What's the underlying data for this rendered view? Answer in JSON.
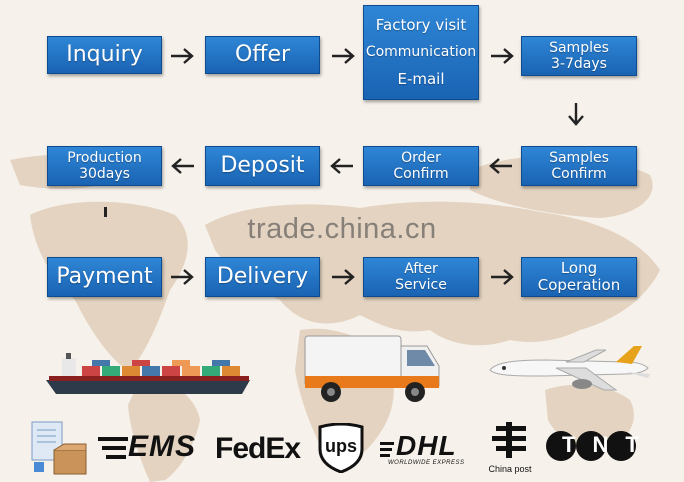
{
  "watermark": "trade.china.cn",
  "steps": {
    "inquiry": [
      "Inquiry"
    ],
    "offer": [
      "Offer"
    ],
    "factory": [
      "Factory visit",
      "Communication",
      "E-mail"
    ],
    "samples": [
      "Samples",
      "3-7days"
    ],
    "production": [
      "Production",
      "30days"
    ],
    "deposit": [
      "Deposit"
    ],
    "order_confirm": [
      "Order",
      "Confirm"
    ],
    "samples_confirm": [
      "Samples",
      "Confirm"
    ],
    "payment": [
      "Payment"
    ],
    "delivery": [
      "Delivery"
    ],
    "after_service": [
      "After",
      "Service"
    ],
    "long_cooperation": [
      "Long",
      "Coperation"
    ]
  },
  "logos": {
    "ems": "EMS",
    "fedex_fed": "Fed",
    "fedex_ex": "Ex",
    "ups": "ups",
    "dhl": "DHL",
    "dhl_tagline": "WORLDWIDE EXPRESS",
    "china_post": "China post",
    "tnt": "TNT"
  },
  "colors": {
    "box": "#1a63b3",
    "fedex_purple": "#4d148c",
    "fedex_orange": "#ff6600"
  }
}
